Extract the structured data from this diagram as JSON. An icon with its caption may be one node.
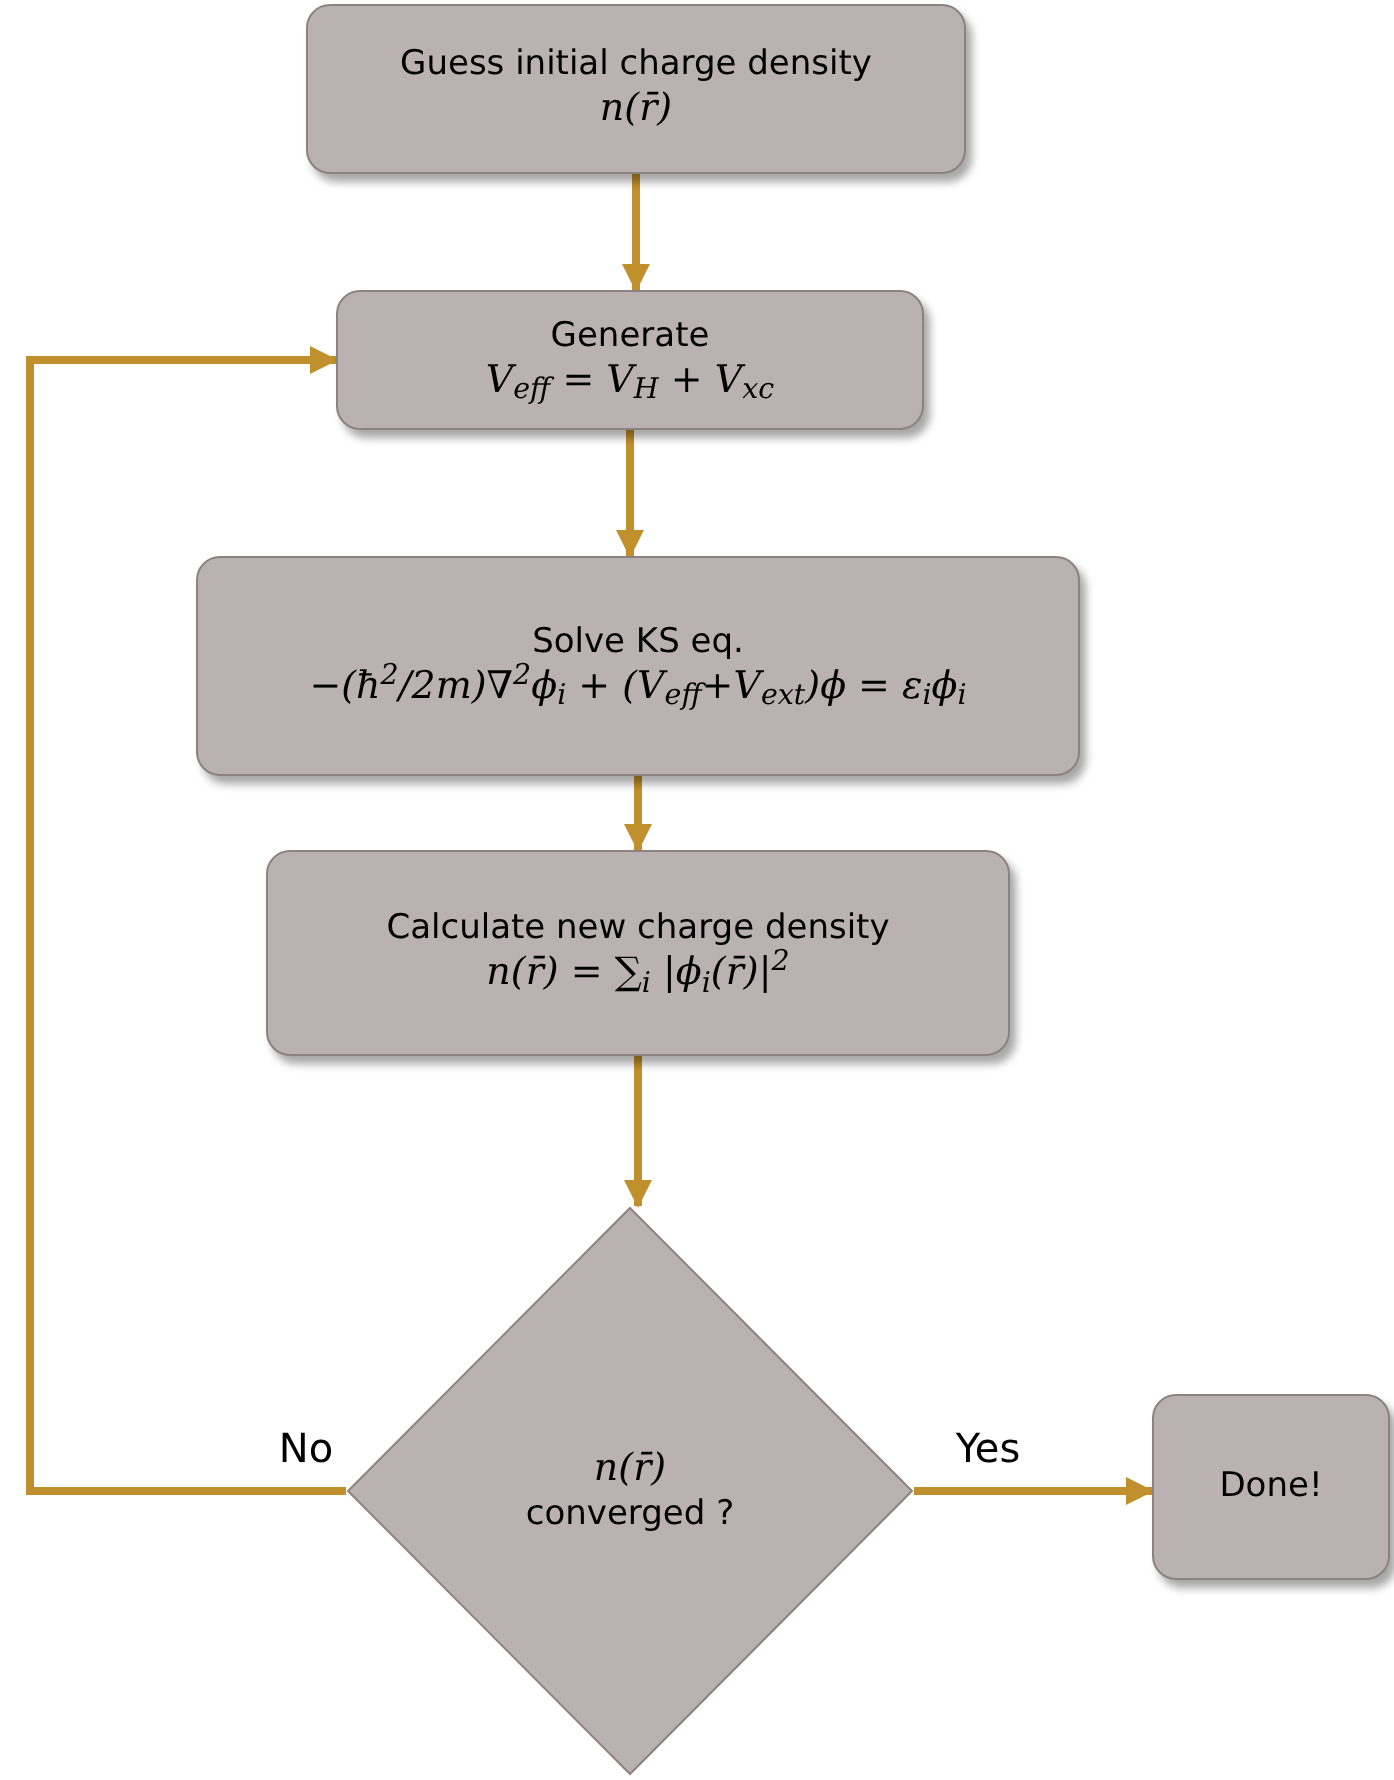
{
  "diagram": {
    "nodes": [
      {
        "text": [
          "Guess initial charge density",
          "n(r̄)"
        ]
      },
      {
        "text": [
          "Generate",
          "V$_{eff}$ = V$_{H}$ + V$_{xc}$"
        ]
      },
      {
        "text": [
          "Solve KS eq.",
          "−(ħ$^{2}$/2m)∇$^{2}$ϕ$_{i}$ + (V$_{eff}$+V$_{ext}$)ϕ =  ε$_{i}$ϕ$_{i}$"
        ]
      },
      {
        "text": [
          "Calculate new charge density",
          "n(r̄) = ∑$_{i}$ |ϕ$_{i}$(r̄)|$^{2}$"
        ]
      },
      {
        "text": [
          "n(r̄)",
          "converged ?"
        ]
      },
      {
        "text": [
          "Done!"
        ]
      }
    ],
    "edges": [
      {
        "from": 0,
        "to": 1,
        "arrow": "to"
      },
      {
        "from": 1,
        "to": 2,
        "arrow": "to"
      },
      {
        "from": 2,
        "to": 3,
        "arrow": "to"
      },
      {
        "from": 3,
        "to": 4,
        "arrow": "to"
      },
      {
        "from": 4,
        "to": 1,
        "arrow": "to",
        "label": "No"
      },
      {
        "from": 4,
        "to": 5,
        "arrow": "to",
        "label": "Yes"
      }
    ]
  }
}
